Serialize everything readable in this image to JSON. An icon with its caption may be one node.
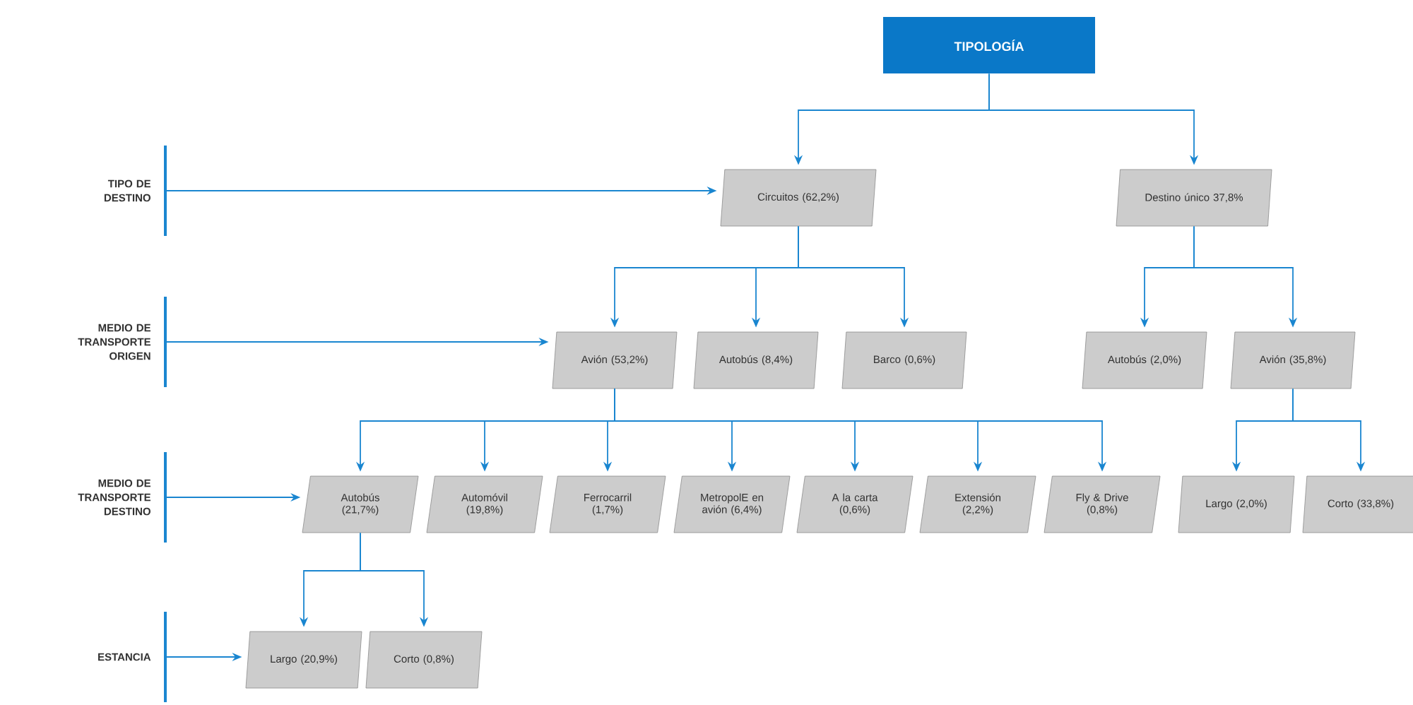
{
  "diagram": {
    "nodes": [
      {
        "text": [
          "TIPOLOGÍA"
        ]
      },
      {
        "text": [
          "Circuitos (62,2%)"
        ]
      },
      {
        "text": [
          "Destino único 37,8%"
        ]
      },
      {
        "text": [
          "Avión (53,2%)"
        ]
      },
      {
        "text": [
          "Autobús (8,4%)"
        ]
      },
      {
        "text": [
          "Barco (0,6%)"
        ]
      },
      {
        "text": [
          "Autobús (2,0%)"
        ]
      },
      {
        "text": [
          "Avión (35,8%)"
        ]
      },
      {
        "text": [
          "Autobús (21,7%)"
        ]
      },
      {
        "text": [
          "Automóvil (19,8%)"
        ]
      },
      {
        "text": [
          "Ferrocarril (1,7%)"
        ]
      },
      {
        "text": [
          "MetropolE en avión (6,4%)"
        ]
      },
      {
        "text": [
          "A la carta (0,6%)"
        ]
      },
      {
        "text": [
          "Extensión (2,2%)"
        ]
      },
      {
        "text": [
          "Fly & Drive (0,8%)"
        ]
      },
      {
        "text": [
          "Largo (2,0%)"
        ]
      },
      {
        "text": [
          "Corto (33,8%)"
        ]
      },
      {
        "text": [
          "Largo (20,9%)"
        ]
      },
      {
        "text": [
          "Corto (0,8%)"
        ]
      },
      {
        "text": [
          "TIPO DE DESTINO"
        ]
      },
      {
        "text": [
          "MEDIO DE TRANSPORTE ORIGEN"
        ]
      },
      {
        "text": [
          "MEDIO DE TRANSPORTE DESTINO"
        ]
      },
      {
        "text": [
          "ESTANCIA"
        ]
      }
    ],
    "edges": [
      {
        "from": 0,
        "to": 1,
        "arrow": "to"
      },
      {
        "from": 0,
        "to": 2,
        "arrow": "to"
      },
      {
        "from": 1,
        "to": 3,
        "arrow": "to"
      },
      {
        "from": 1,
        "to": 4,
        "arrow": "to"
      },
      {
        "from": 1,
        "to": 5,
        "arrow": "to"
      },
      {
        "from": 2,
        "to": 6,
        "arrow": "to"
      },
      {
        "from": 2,
        "to": 7,
        "arrow": "to"
      },
      {
        "from": 3,
        "to": 8,
        "arrow": "to"
      },
      {
        "from": 3,
        "to": 9,
        "arrow": "to"
      },
      {
        "from": 3,
        "to": 10,
        "arrow": "to"
      },
      {
        "from": 3,
        "to": 11,
        "arrow": "to"
      },
      {
        "from": 3,
        "to": 12,
        "arrow": "to"
      },
      {
        "from": 3,
        "to": 13,
        "arrow": "to"
      },
      {
        "from": 3,
        "to": 14,
        "arrow": "to"
      },
      {
        "from": 7,
        "to": 15,
        "arrow": "to"
      },
      {
        "from": 7,
        "to": 16,
        "arrow": "to"
      },
      {
        "from": 8,
        "to": 17,
        "arrow": "to"
      },
      {
        "from": 8,
        "to": 18,
        "arrow": "to"
      },
      {
        "from": 19,
        "to": 1,
        "arrow": "to"
      },
      {
        "from": 20,
        "to": 3,
        "arrow": "to"
      },
      {
        "from": 21,
        "to": 8,
        "arrow": "to"
      },
      {
        "from": 22,
        "to": 17,
        "arrow": "to"
      }
    ]
  }
}
